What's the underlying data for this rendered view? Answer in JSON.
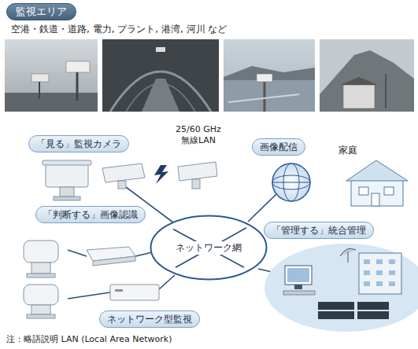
{
  "diagram": {
    "nodes": [
      {
        "text": [
          "監視エリア"
        ]
      },
      {
        "text": [
          "「見る」監視カメラ"
        ]
      },
      {
        "text": [
          "画像配信"
        ]
      },
      {
        "text": [
          "「判断する」画像認識"
        ]
      },
      {
        "text": [
          "ネットワーク網"
        ]
      },
      {
        "text": [
          "「管理する」統合管理"
        ]
      },
      {
        "text": [
          "ネットワーク型監視"
        ]
      }
    ],
    "labels": [
      "空港・鉄道・道路, 電力, プラント, 港湾, 河川 など",
      "25/60 GHz 無線LAN",
      "家庭",
      "注：略語説明 LAN (Local Area Network)"
    ]
  }
}
